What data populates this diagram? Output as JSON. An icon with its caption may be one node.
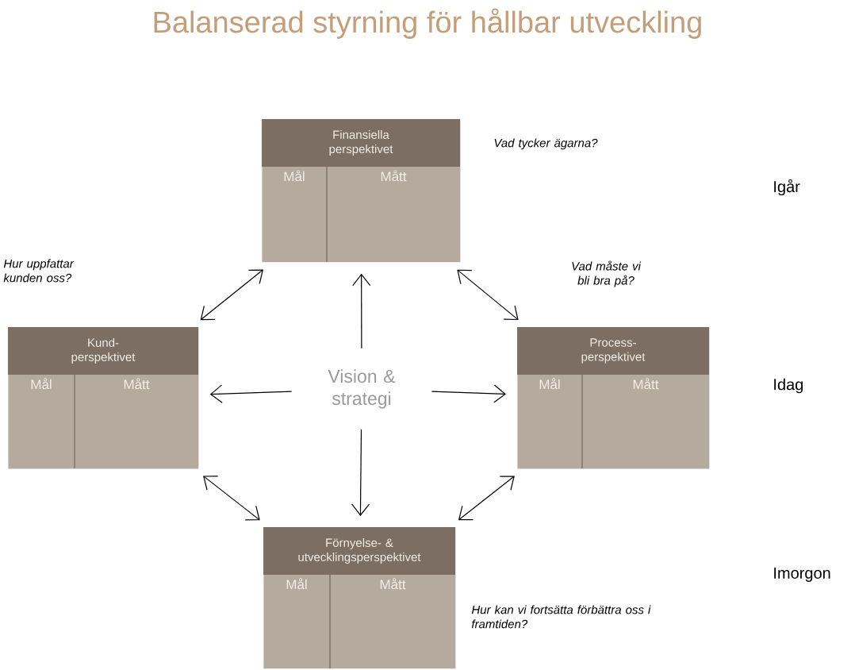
{
  "diagram": {
    "title": "Balanserad styrning för hållbar utveckling",
    "nodes": [
      {
        "text": [
          "Vision & strategi"
        ]
      },
      {
        "text": [
          "Finansiella perspektivet",
          "Mål",
          "Mått"
        ],
        "beside": [
          "Vad tycker ägarna?"
        ]
      },
      {
        "text": [
          "Kund- perspektivet",
          "Mål",
          "Mått"
        ],
        "beside": [
          "Hur uppfattar kunden oss?"
        ]
      },
      {
        "text": [
          "Process- perspektivet",
          "Mål",
          "Mått"
        ],
        "beside": [
          "Vad måste vi bli bra på?"
        ]
      },
      {
        "text": [
          "Förnyelse- & utvecklingsperspektivet",
          "Mål",
          "Mått"
        ],
        "beside": [
          "Hur kan vi fortsätta förbättra oss i framtiden?"
        ]
      }
    ],
    "edges": [
      {
        "from": 0,
        "to": 1,
        "arrow": "to"
      },
      {
        "from": 0,
        "to": 2,
        "arrow": "to"
      },
      {
        "from": 0,
        "to": 3,
        "arrow": "to"
      },
      {
        "from": 0,
        "to": 4,
        "arrow": "to"
      },
      {
        "from": 1,
        "to": 2,
        "arrow": "both"
      },
      {
        "from": 1,
        "to": 3,
        "arrow": "both"
      },
      {
        "from": 2,
        "to": 4,
        "arrow": "both"
      },
      {
        "from": 4,
        "to": 3,
        "arrow": "both"
      }
    ],
    "labels": [
      "Igår",
      "Idag",
      "Imorgon"
    ]
  }
}
